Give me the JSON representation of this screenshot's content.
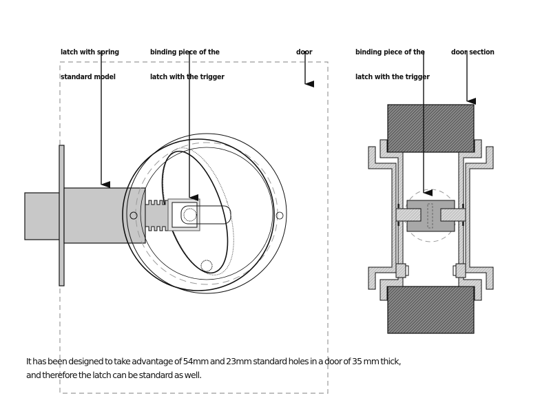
{
  "labels": {
    "latch_spring": [
      "latch with spring",
      "standard model"
    ],
    "binding_front": [
      "binding piece of the",
      "latch with the trigger"
    ],
    "door": [
      "door"
    ],
    "binding_section": [
      "binding piece of the",
      "latch with the trigger"
    ],
    "door_section": [
      "door section"
    ]
  },
  "caption": {
    "line1": "It has been designed to take advantage of 54mm and 23mm standard holes in a door of 35 mm thick,",
    "line2": "and therefore the latch can be standard as well."
  },
  "colors": {
    "stroke": "#111111",
    "fill_gray": "#c8c8c8",
    "fill_mid": "#a8a8a8",
    "dash": "#999999"
  }
}
